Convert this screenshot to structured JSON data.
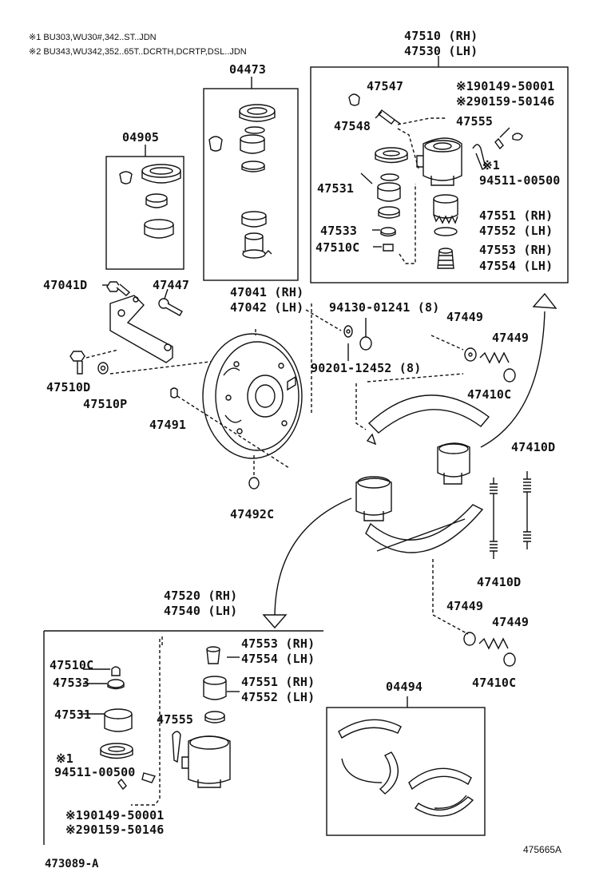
{
  "notes": {
    "n1": "※1 BU303,WU30#,342..ST..JDN",
    "n2": "※2 BU343,WU342,352..65T..DCRTH,DCRTP,DSL..JDN"
  },
  "labels": {
    "p04473": "04473",
    "p04905": "04905",
    "p47510rh": "47510 (RH)",
    "p47530lh": "47530 (LH)",
    "p47547": "47547",
    "p47548": "47548",
    "p190149": "※190149-50001",
    "p290159": "※290159-50146",
    "p47555a": "47555",
    "px1a": "※1",
    "p94511a": "94511-00500",
    "p47531a": "47531",
    "p47551a": "47551 (RH)",
    "p47552a": "47552 (LH)",
    "p47533a": "47533",
    "p47510c_a": "47510C",
    "p47553a": "47553 (RH)",
    "p47554a": "47554 (LH)",
    "p47041d": "47041D",
    "p47447": "47447",
    "p47041rh": "47041 (RH)",
    "p47042lh": "47042 (LH)",
    "p94130": "94130-01241 (8)",
    "p47449a": "47449",
    "p47449b": "47449",
    "p90201": "90201-12452 (8)",
    "p47510d": "47510D",
    "p47410c_a": "47410C",
    "p47510p": "47510P",
    "p47491": "47491",
    "p47410d_a": "47410D",
    "p47492c": "47492C",
    "p47410d_b": "47410D",
    "p47520rh": "47520 (RH)",
    "p47540lh": "47540 (LH)",
    "p47449c": "47449",
    "p47449d": "47449",
    "p47510c_b": "47510C",
    "p47553b": "47553 (RH)",
    "p47554b": "47554 (LH)",
    "p47410c_b": "47410C",
    "p47533b": "47533",
    "p47551b": "47551 (RH)",
    "p47552b": "47552 (LH)",
    "p04494": "04494",
    "p47531b": "47531",
    "p47555b": "47555",
    "px1b": "※1",
    "p94511b": "94511-00500",
    "p190149b": "※190149-50001",
    "p290159b": "※290159-50146"
  },
  "footer": {
    "left_ref": "473089-A",
    "right_ref": "475665A"
  }
}
